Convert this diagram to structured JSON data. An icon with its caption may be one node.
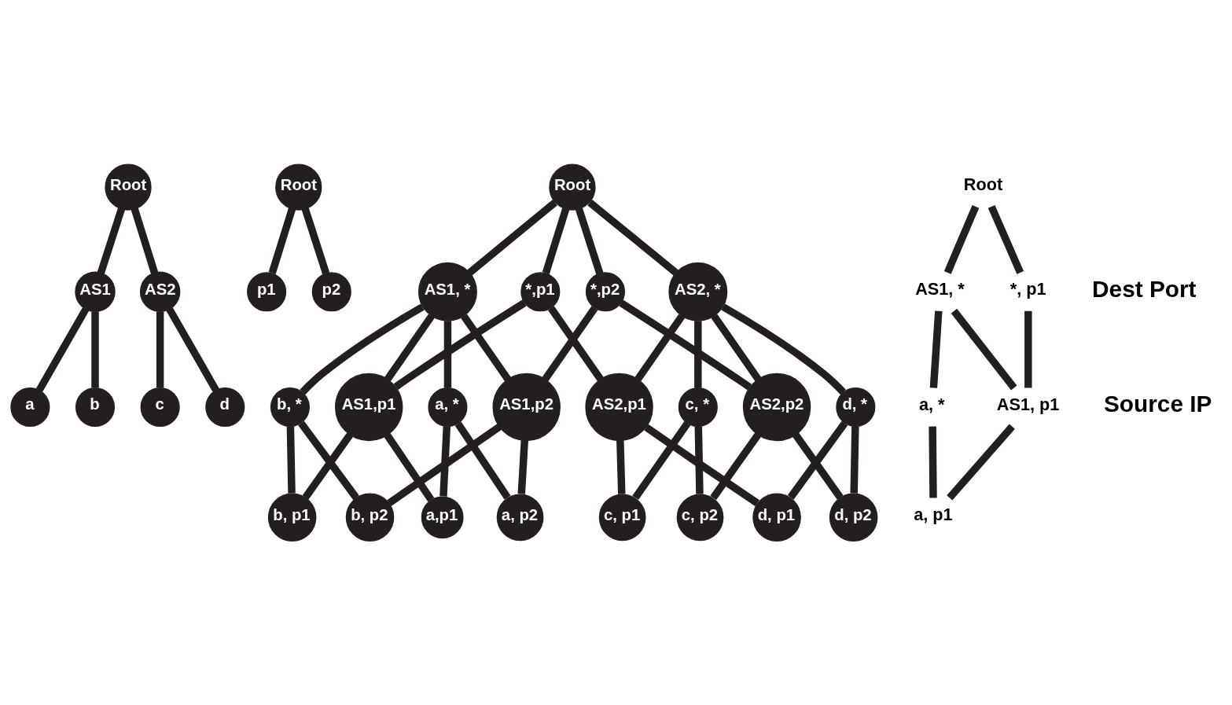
{
  "diagram": {
    "nodes": [
      {
        "text": [
          "Root"
        ]
      },
      {
        "text": [
          "AS1"
        ]
      },
      {
        "text": [
          "AS2"
        ]
      },
      {
        "text": [
          "a"
        ]
      },
      {
        "text": [
          "b"
        ]
      },
      {
        "text": [
          "c"
        ]
      },
      {
        "text": [
          "d"
        ]
      },
      {
        "text": [
          "Root"
        ]
      },
      {
        "text": [
          "p1"
        ]
      },
      {
        "text": [
          "p2"
        ]
      },
      {
        "text": [
          "Root"
        ]
      },
      {
        "text": [
          "AS1, *"
        ]
      },
      {
        "text": [
          "*,p1"
        ]
      },
      {
        "text": [
          "*,p2"
        ]
      },
      {
        "text": [
          "AS2, *"
        ]
      },
      {
        "text": [
          "a, *"
        ]
      },
      {
        "text": [
          "AS1,p1"
        ]
      },
      {
        "text": [
          "AS1,p2"
        ]
      },
      {
        "text": [
          "b, *"
        ]
      },
      {
        "text": [
          "c, *"
        ]
      },
      {
        "text": [
          "AS2,p1"
        ]
      },
      {
        "text": [
          "AS2,p2"
        ]
      },
      {
        "text": [
          "d, *"
        ]
      },
      {
        "text": [
          "a,p1"
        ]
      },
      {
        "text": [
          "a, p2"
        ]
      },
      {
        "text": [
          "b, p1"
        ]
      },
      {
        "text": [
          "b, p2"
        ]
      },
      {
        "text": [
          "c, p1"
        ]
      },
      {
        "text": [
          "c, p2"
        ]
      },
      {
        "text": [
          "d, p1"
        ]
      },
      {
        "text": [
          "d, p2"
        ]
      },
      {
        "text": [
          "Root"
        ]
      },
      {
        "text": [
          "AS1, *"
        ]
      },
      {
        "text": [
          "*, p1"
        ]
      },
      {
        "text": [
          "a, *"
        ]
      },
      {
        "text": [
          "AS1, p1"
        ]
      },
      {
        "text": [
          "a, p1"
        ]
      }
    ],
    "edges": [
      {
        "from": 0,
        "to": 1,
        "arrow": "none"
      },
      {
        "from": 0,
        "to": 2,
        "arrow": "none"
      },
      {
        "from": 1,
        "to": 3,
        "arrow": "none"
      },
      {
        "from": 1,
        "to": 4,
        "arrow": "none"
      },
      {
        "from": 2,
        "to": 5,
        "arrow": "none"
      },
      {
        "from": 2,
        "to": 6,
        "arrow": "none"
      },
      {
        "from": 7,
        "to": 8,
        "arrow": "none"
      },
      {
        "from": 7,
        "to": 9,
        "arrow": "none"
      },
      {
        "from": 10,
        "to": 11,
        "arrow": "none"
      },
      {
        "from": 10,
        "to": 12,
        "arrow": "none"
      },
      {
        "from": 10,
        "to": 13,
        "arrow": "none"
      },
      {
        "from": 10,
        "to": 14,
        "arrow": "none"
      },
      {
        "from": 11,
        "to": 15,
        "arrow": "none"
      },
      {
        "from": 11,
        "to": 16,
        "arrow": "none"
      },
      {
        "from": 11,
        "to": 17,
        "arrow": "none"
      },
      {
        "from": 11,
        "to": 18,
        "arrow": "none"
      },
      {
        "from": 12,
        "to": 16,
        "arrow": "none"
      },
      {
        "from": 12,
        "to": 20,
        "arrow": "none"
      },
      {
        "from": 13,
        "to": 17,
        "arrow": "none"
      },
      {
        "from": 13,
        "to": 21,
        "arrow": "none"
      },
      {
        "from": 14,
        "to": 19,
        "arrow": "none"
      },
      {
        "from": 14,
        "to": 20,
        "arrow": "none"
      },
      {
        "from": 14,
        "to": 21,
        "arrow": "none"
      },
      {
        "from": 14,
        "to": 22,
        "arrow": "none"
      },
      {
        "from": 15,
        "to": 23,
        "arrow": "none"
      },
      {
        "from": 15,
        "to": 24,
        "arrow": "none"
      },
      {
        "from": 16,
        "to": 23,
        "arrow": "none"
      },
      {
        "from": 16,
        "to": 25,
        "arrow": "none"
      },
      {
        "from": 17,
        "to": 24,
        "arrow": "none"
      },
      {
        "from": 17,
        "to": 26,
        "arrow": "none"
      },
      {
        "from": 18,
        "to": 25,
        "arrow": "none"
      },
      {
        "from": 18,
        "to": 26,
        "arrow": "none"
      },
      {
        "from": 19,
        "to": 27,
        "arrow": "none"
      },
      {
        "from": 19,
        "to": 28,
        "arrow": "none"
      },
      {
        "from": 20,
        "to": 27,
        "arrow": "none"
      },
      {
        "from": 20,
        "to": 29,
        "arrow": "none"
      },
      {
        "from": 21,
        "to": 28,
        "arrow": "none"
      },
      {
        "from": 21,
        "to": 30,
        "arrow": "none"
      },
      {
        "from": 22,
        "to": 29,
        "arrow": "none"
      },
      {
        "from": 22,
        "to": 30,
        "arrow": "none"
      },
      {
        "from": 31,
        "to": 32,
        "arrow": "none"
      },
      {
        "from": 31,
        "to": 33,
        "arrow": "none"
      },
      {
        "from": 32,
        "to": 34,
        "arrow": "none"
      },
      {
        "from": 32,
        "to": 35,
        "arrow": "none"
      },
      {
        "from": 33,
        "to": 35,
        "arrow": "none"
      },
      {
        "from": 34,
        "to": 36,
        "arrow": "none"
      },
      {
        "from": 35,
        "to": 36,
        "arrow": "none"
      }
    ],
    "labels": [
      "Source IP",
      "Dest Port"
    ]
  }
}
